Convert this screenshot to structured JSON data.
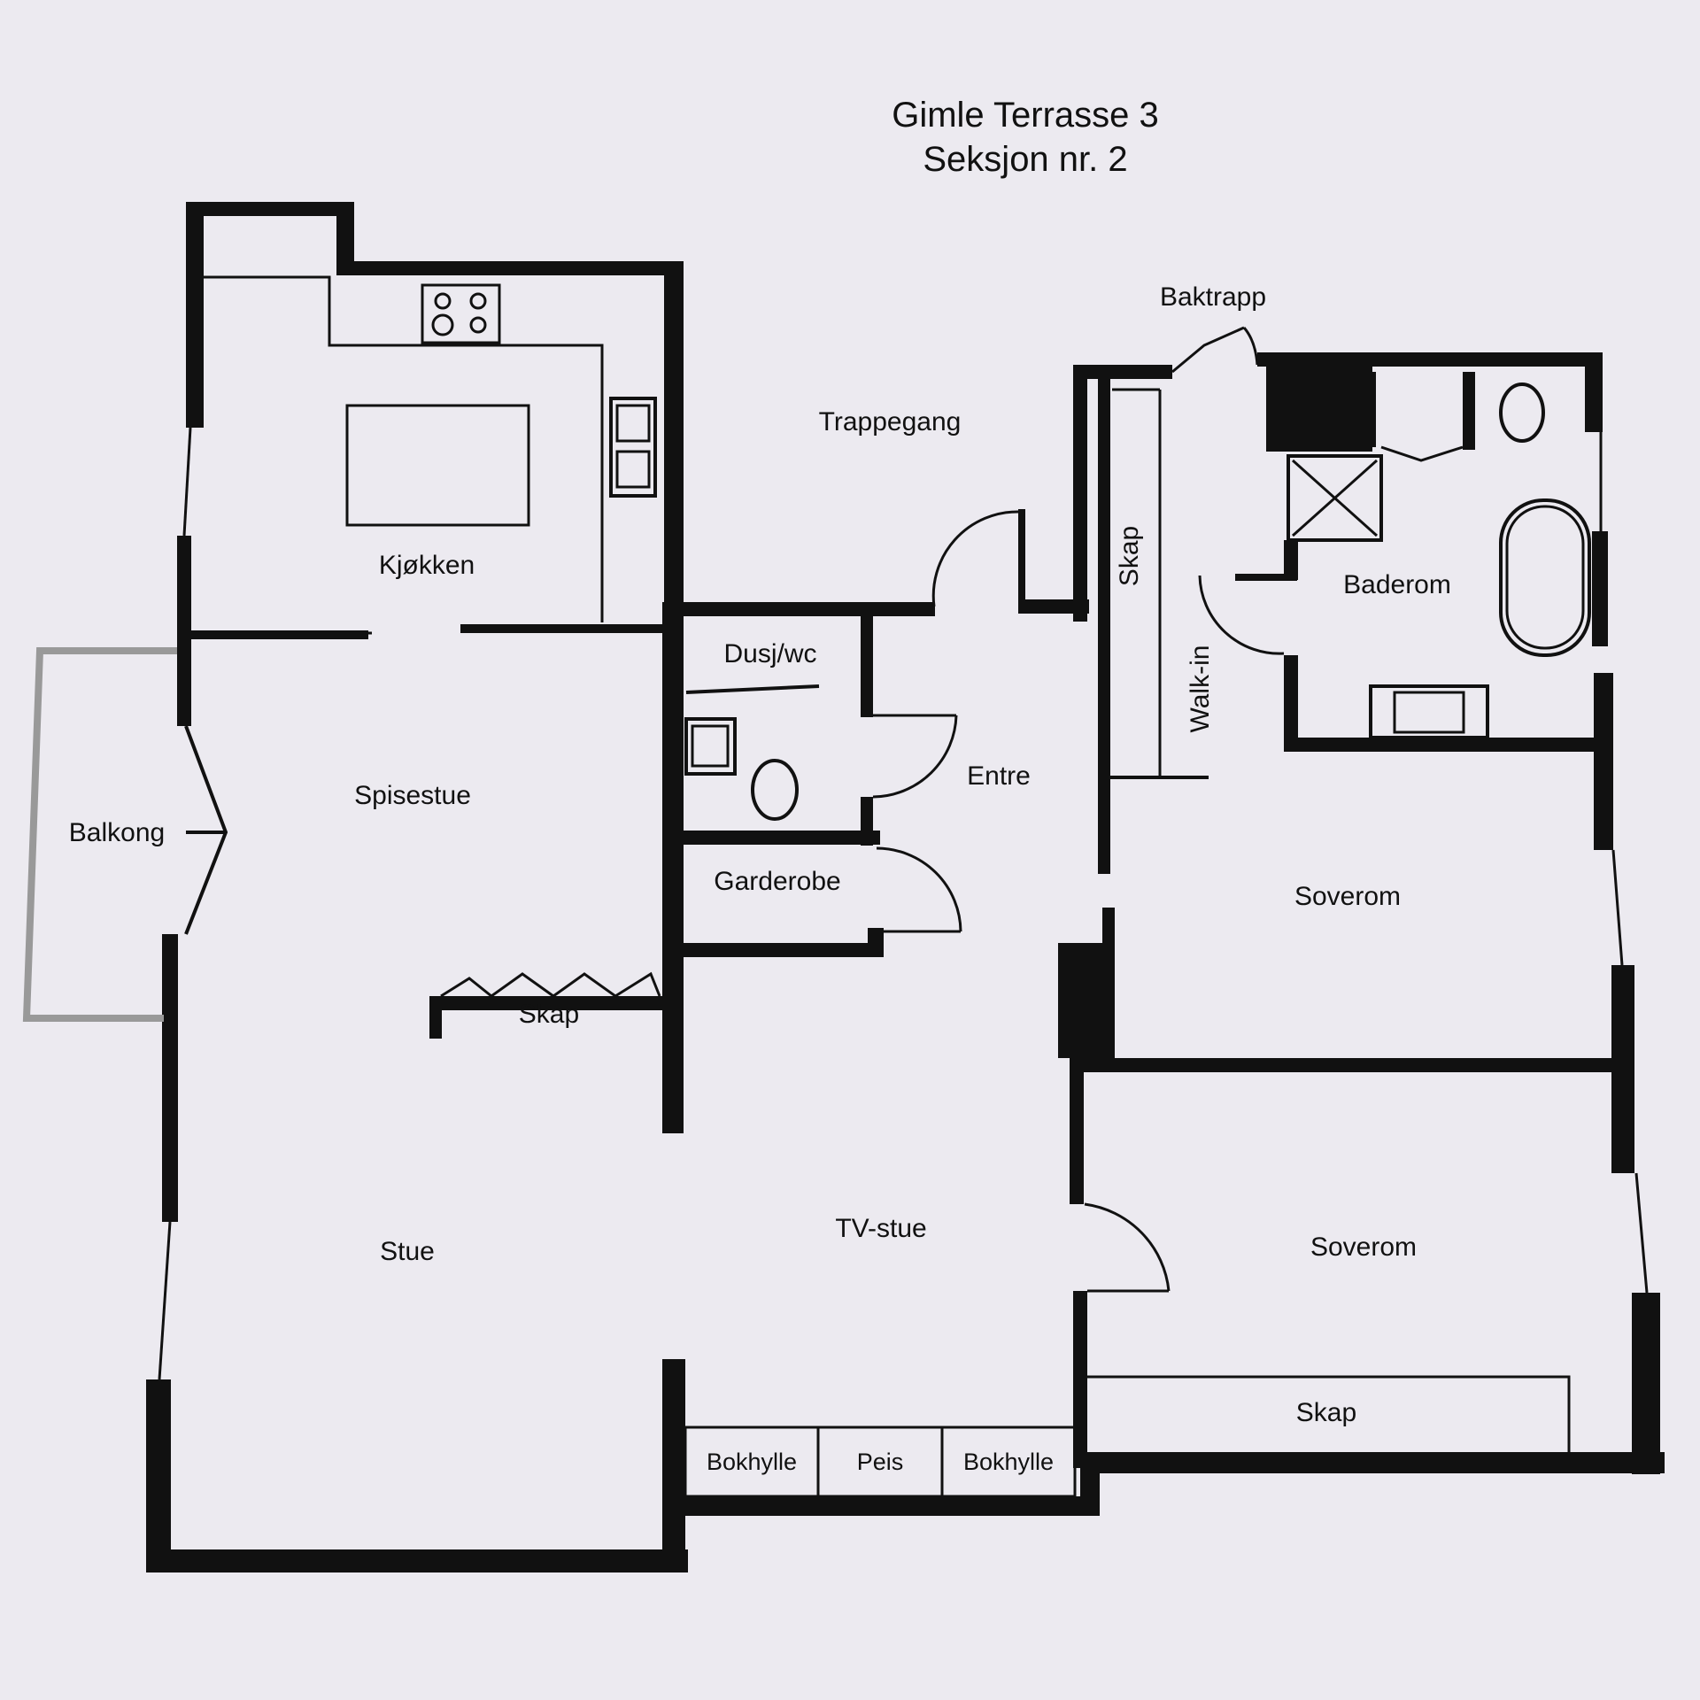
{
  "title": {
    "line1": "Gimle Terrasse 3",
    "line2": "Seksjon nr. 2"
  },
  "rooms": {
    "kjokken": "Kjøkken",
    "trappegang": "Trappegang",
    "baktrapp": "Baktrapp",
    "skap_walkin": "Skap",
    "walk_in": "Walk-in",
    "baderom": "Baderom",
    "dusj_wc": "Dusj/wc",
    "entre": "Entre",
    "spisestue": "Spisestue",
    "balkong": "Balkong",
    "garderobe": "Garderobe",
    "skap_spisestue": "Skap",
    "soverom_1": "Soverom",
    "soverom_2": "Soverom",
    "tv_stue": "TV-stue",
    "stue": "Stue",
    "skap_soverom": "Skap",
    "bokhylle_left": "Bokhylle",
    "peis": "Peis",
    "bokhylle_right": "Bokhylle"
  }
}
